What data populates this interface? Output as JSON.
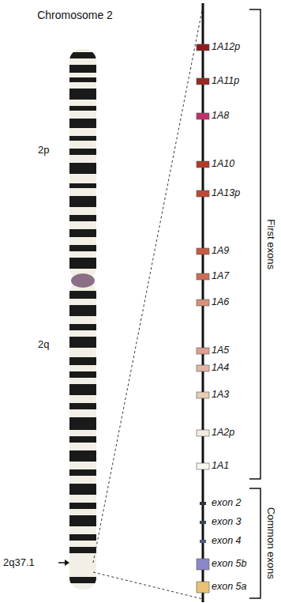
{
  "diagram": {
    "title": "Chromosome 2",
    "labels": [
      "2p",
      "2q",
      "2q37.1",
      "1A12p",
      "1A11p",
      "1A8",
      "1A10",
      "1A13p",
      "1A9",
      "1A7",
      "1A6",
      "1A5",
      "1A4",
      "1A3",
      "1A2p",
      "1A1",
      "exon 2",
      "exon 3",
      "exon 4",
      "exon 5b",
      "exon 5a",
      "First exons",
      "Common exons"
    ]
  }
}
